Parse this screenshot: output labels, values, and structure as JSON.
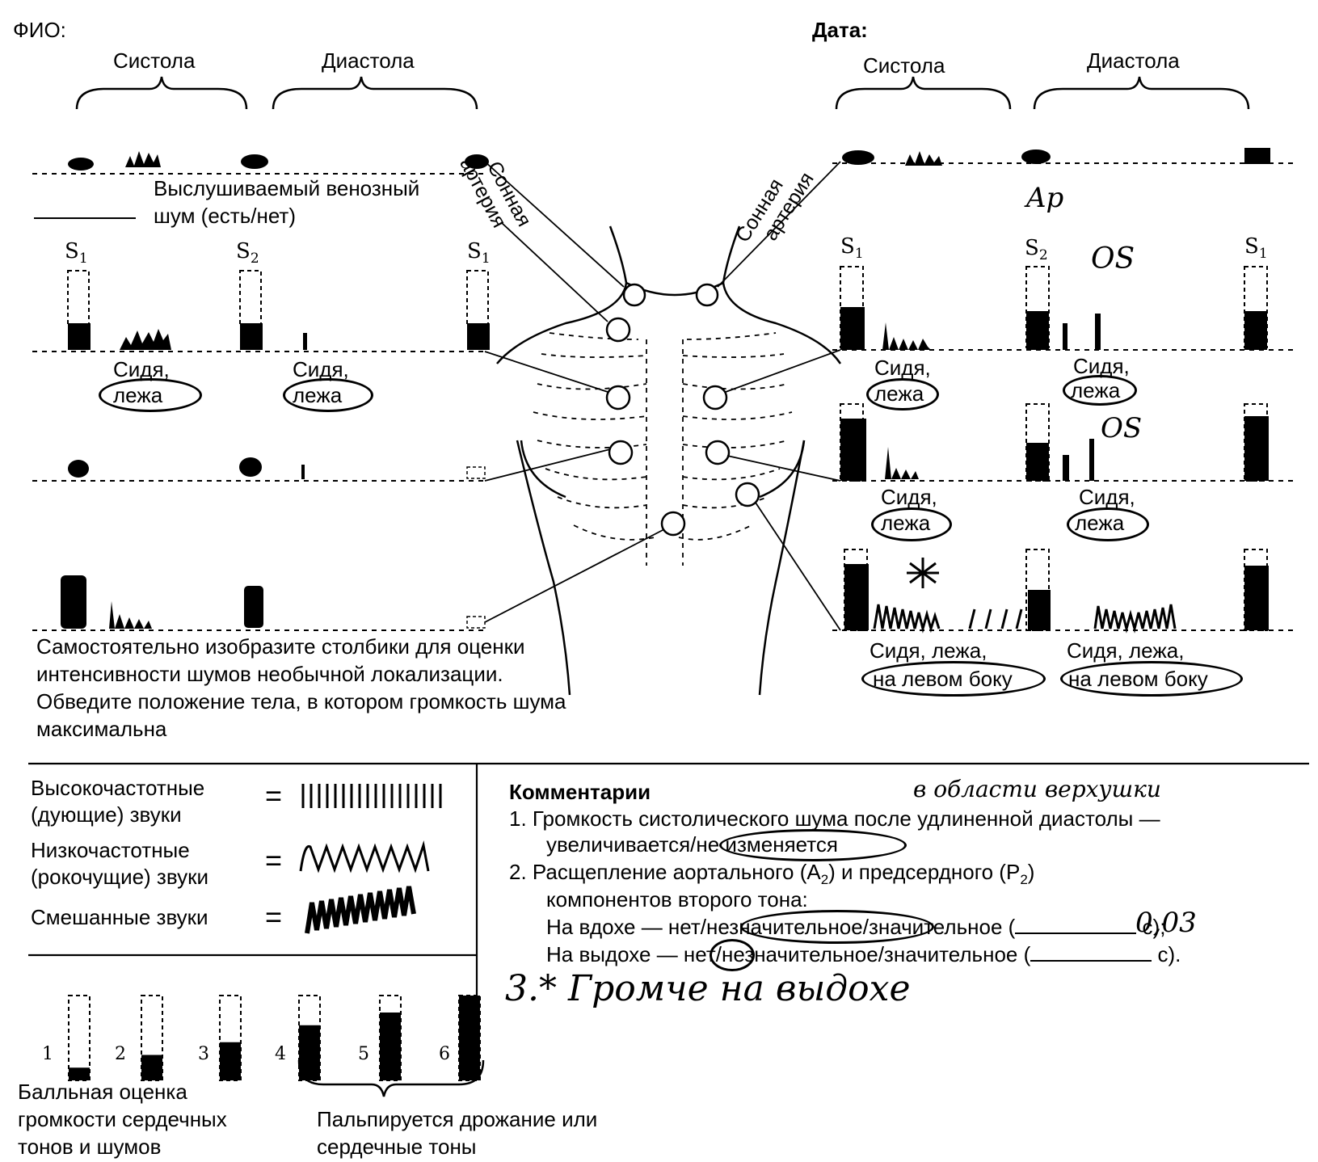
{
  "header": {
    "fio_label": "ФИО:",
    "date_label": "Дата:"
  },
  "left_panel": {
    "systole_label": "Систола",
    "diastole_label": "Диастола",
    "venous_noise": [
      "Выслушиваемый венозный",
      "шум (есть/нет)"
    ],
    "s1_label": "S1",
    "s2_label": "S2",
    "s1b_label": "S1",
    "pos_sys": [
      "Сидя,",
      "лежа"
    ],
    "pos_dia": [
      "Сидя,",
      "лежа"
    ],
    "instructions": [
      "Самостоятельно изобразите столбики для оценки",
      "интенсивности шумов необычной локализации.",
      "Обведите положение тела, в котором громкость шума",
      "максимальна"
    ]
  },
  "torso": {
    "carotid_left": [
      "Сонная",
      "артерия"
    ],
    "carotid_right": [
      "Сонная",
      "артерия"
    ]
  },
  "right_panel": {
    "systole_label": "Систола",
    "diastole_label": "Диастола",
    "s1_label": "S1",
    "s2_label": "S2",
    "s1b_label": "S1",
    "hw_ap": "Ap",
    "hw_os1": "OS",
    "hw_os2": "OS",
    "hw_star": "*",
    "row2_sys": [
      "Сидя,",
      "лежа"
    ],
    "row2_dia": [
      "Сидя,",
      "лежа"
    ],
    "row3_sys": [
      "Сидя,",
      "лежа"
    ],
    "row3_dia": [
      "Сидя,",
      "лежа"
    ],
    "row4_sys": [
      "Сидя, лежа,",
      "на левом боку"
    ],
    "row4_dia": [
      "Сидя, лежа,",
      "на левом боку"
    ]
  },
  "legend": {
    "high": [
      "Высокочастотные",
      "(дующие) звуки"
    ],
    "low": [
      "Низкочастотные",
      "(рокочущие) звуки"
    ],
    "mixed": "Смешанные звуки",
    "eq": "=",
    "grades": [
      "1",
      "2",
      "3",
      "4",
      "5",
      "6"
    ],
    "grade_fills": [
      0.15,
      0.3,
      0.45,
      0.65,
      0.8,
      1.0
    ],
    "scale_caption": [
      "Балльная оценка",
      "громкости сердечных",
      "тонов и шумов"
    ],
    "palp_caption": [
      "Пальпируется дрожание или",
      "сердечные тоны"
    ]
  },
  "comments": {
    "title": "Комментарии",
    "hw_location": "в области верхушки",
    "line1a": "1. Громкость систолического шума после удлиненной диастолы —",
    "line1b_pre": "увеличивается/",
    "line1b_opt": "не изменяется",
    "line2a_pre": "2. Расщепление аортального (A",
    "line2a_sub1": "2",
    "line2a_mid": ") и предсердного (P",
    "line2a_sub2": "2",
    "line2a_end": ")",
    "line2b": "компонентов второго тона:",
    "inhale_pre": "На вдохе — нет/",
    "inhale_opt": "незначительное",
    "inhale_post": "/значительное (",
    "inhale_value": "0,03",
    "inhale_unit": "с);",
    "exhale_pre": "На выдохе — ",
    "exhale_opt": "нет",
    "exhale_post": "/незначительное/значительное (",
    "exhale_unit": "с).",
    "hw_note": "3.* Громче на выдохе"
  },
  "colors": {
    "ink": "#000000",
    "paper": "#ffffff"
  }
}
